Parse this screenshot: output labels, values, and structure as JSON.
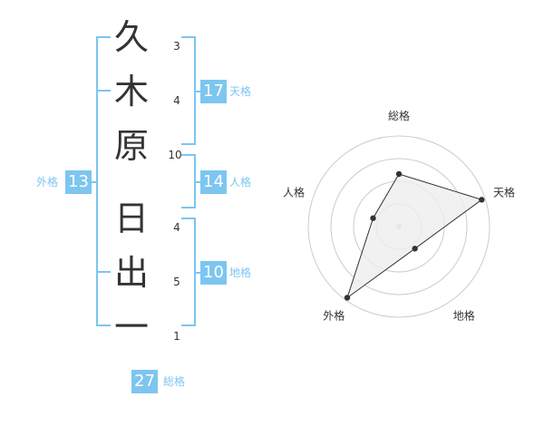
{
  "name": {
    "characters": [
      {
        "char": "久",
        "strokes": "3"
      },
      {
        "char": "木",
        "strokes": "4"
      },
      {
        "char": "原",
        "strokes": "10"
      },
      {
        "char": "日",
        "strokes": "4"
      },
      {
        "char": "出",
        "strokes": "5"
      },
      {
        "char": "一",
        "strokes": "1"
      }
    ]
  },
  "fortunes": {
    "tenkaku": {
      "value": "17",
      "label": "天格"
    },
    "jinkaku": {
      "value": "14",
      "label": "人格"
    },
    "chikaku": {
      "value": "10",
      "label": "地格"
    },
    "gaikaku": {
      "value": "13",
      "label": "外格"
    },
    "soukaku": {
      "value": "27",
      "label": "総格"
    }
  },
  "chart_data": {
    "type": "radar",
    "axes": [
      "総格",
      "天格",
      "地格",
      "外格",
      "人格"
    ],
    "values": [
      0.58,
      0.96,
      0.3,
      0.97,
      0.3
    ],
    "range": [
      0,
      1
    ],
    "rings": 4,
    "colors": {
      "ring": "#cccccc",
      "fill": "#eeeeee",
      "line": "#333333",
      "point": "#333333",
      "center": "#cccccc"
    }
  },
  "colors": {
    "accent": "#7cc6f0",
    "text": "#333333"
  }
}
